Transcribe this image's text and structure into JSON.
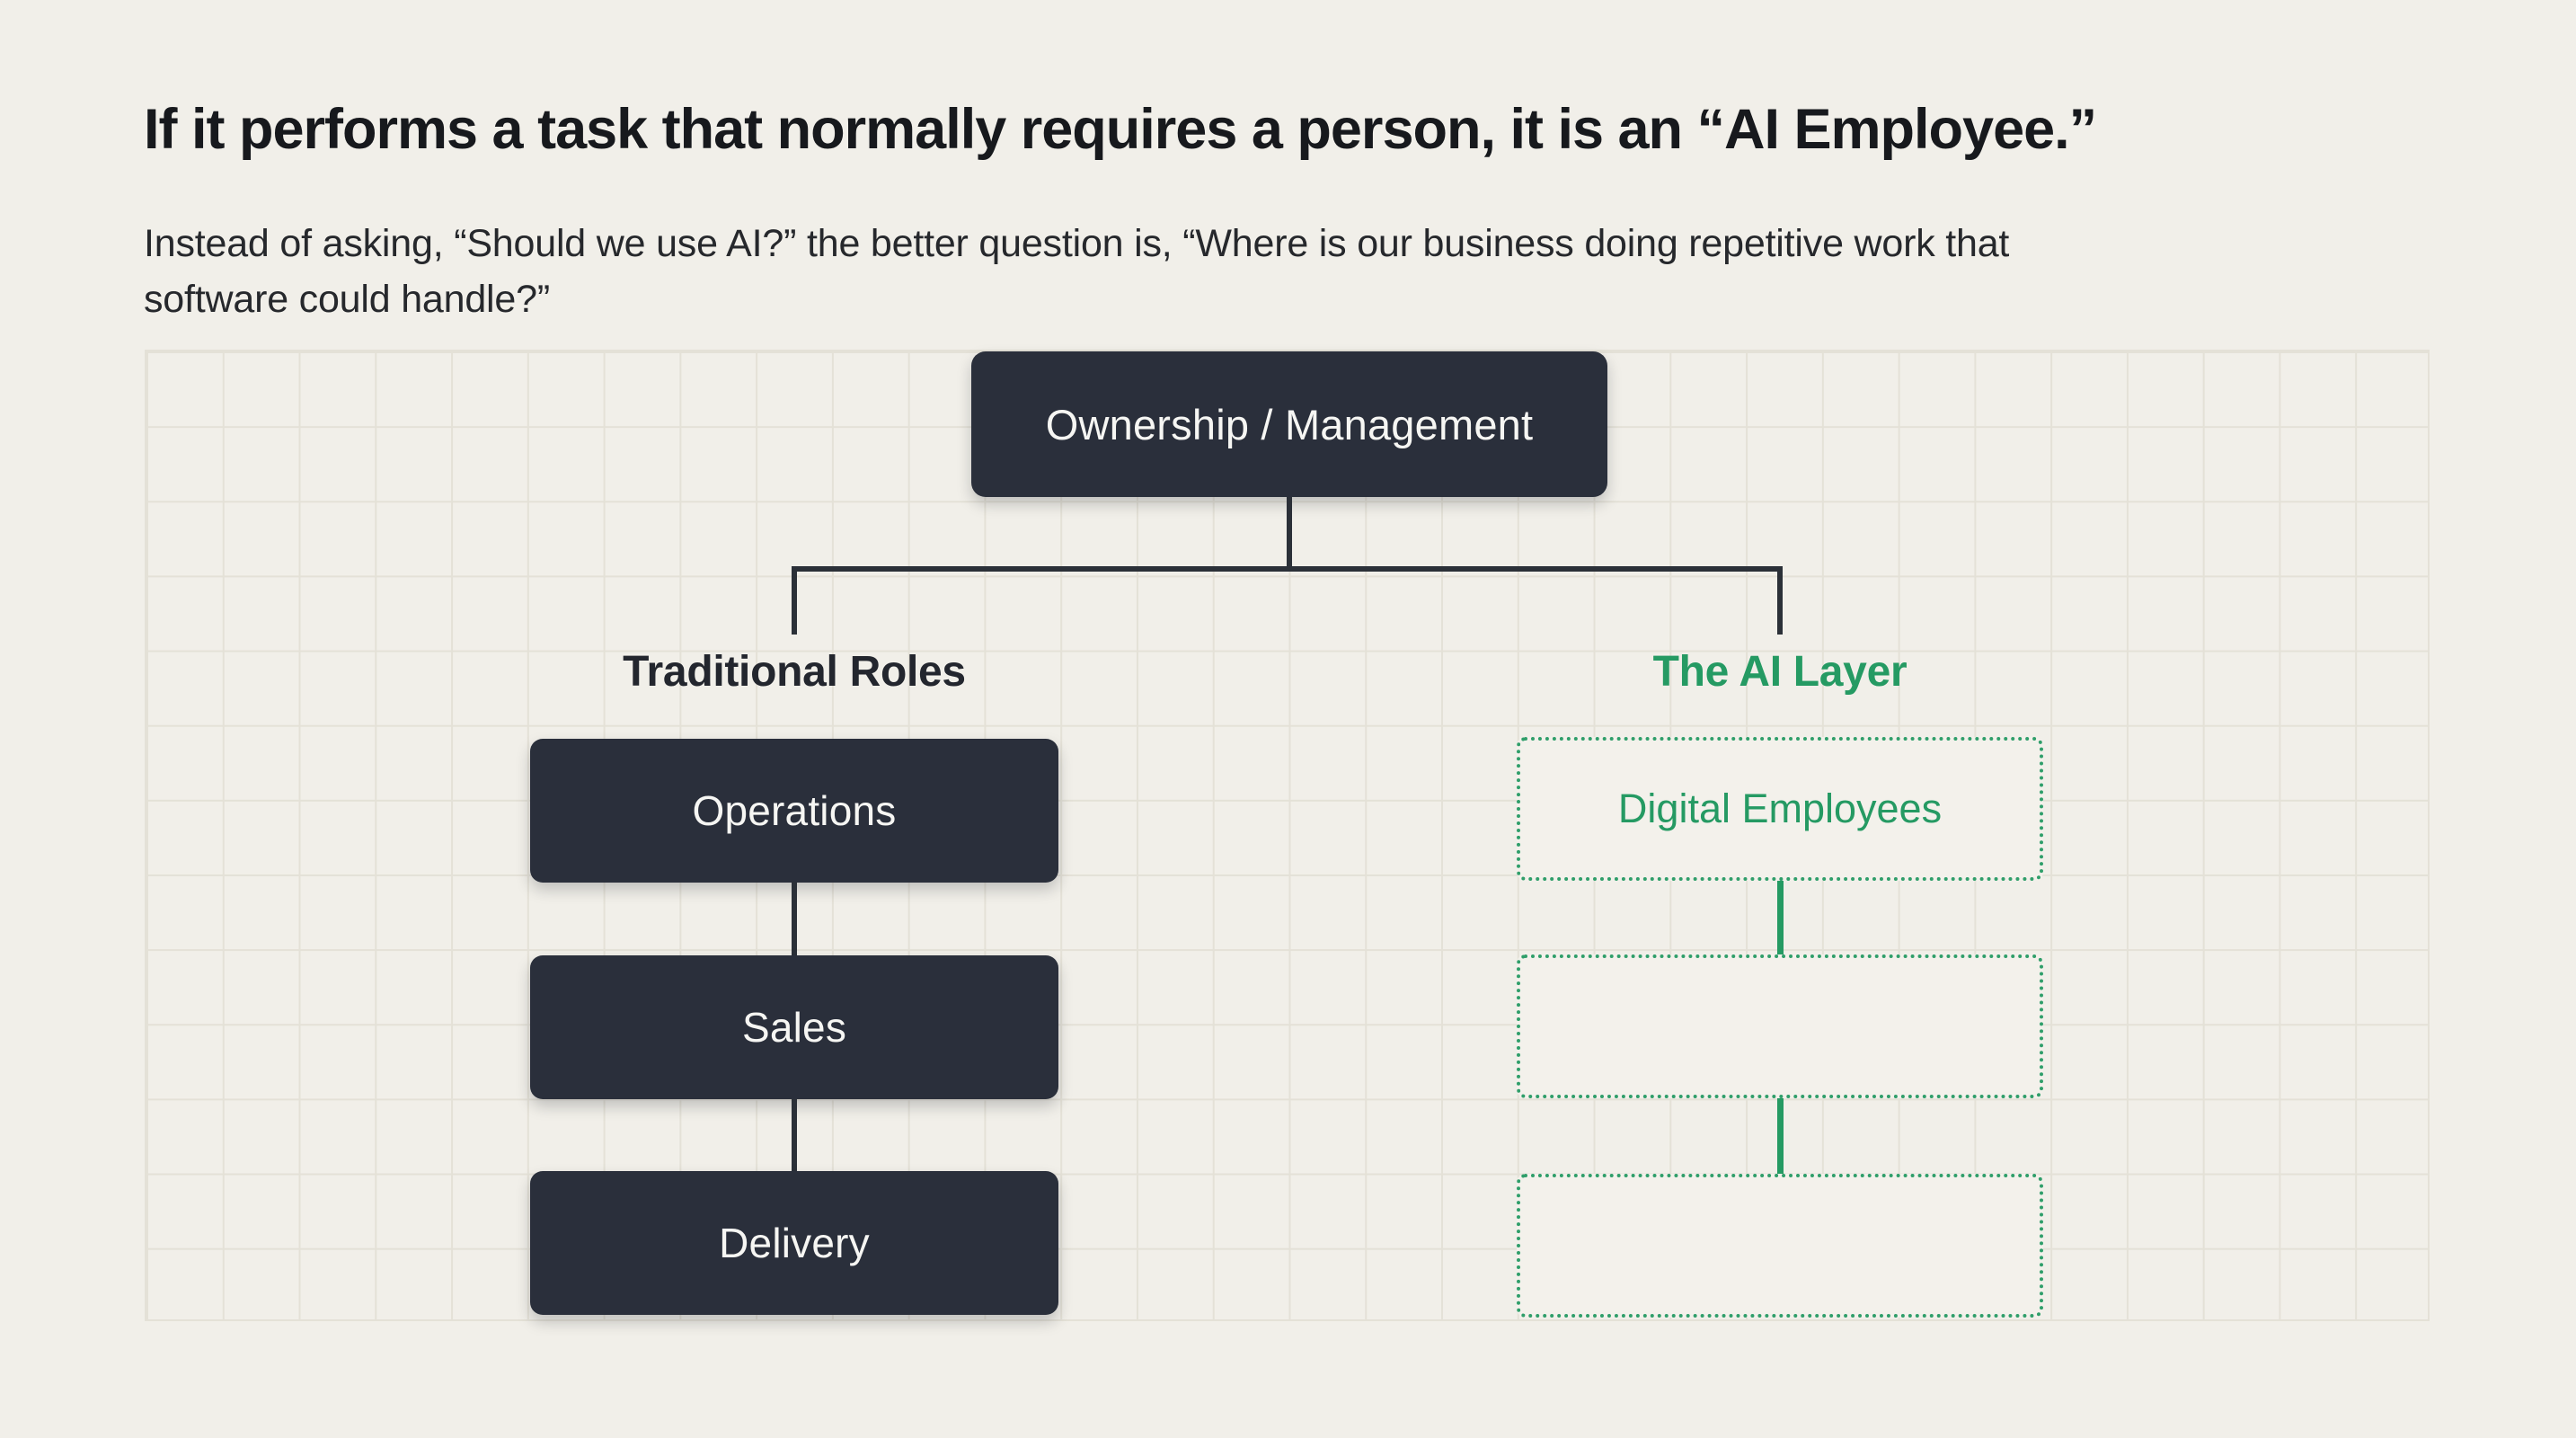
{
  "header": {
    "title": "If it performs a task that normally requires a person, it is an “AI Employee.”",
    "subtitle_lines": [
      "Instead of asking, “Should we use AI?” the better question is, “Where is our business doing repetitive work that",
      "software could handle?”"
    ]
  },
  "diagram": {
    "root_label": "Ownership / Management",
    "branches": [
      {
        "heading": "Traditional Roles",
        "style": "solid-dark",
        "nodes": [
          "Operations",
          "Sales",
          "Delivery"
        ]
      },
      {
        "heading": "The AI Layer",
        "style": "dotted-green",
        "nodes": [
          "Digital Employees",
          "",
          ""
        ]
      }
    ]
  },
  "colors": {
    "page_bg": "#f1efe9",
    "grid_line": "#e4e1d7",
    "ink": "#17191d",
    "subtitle_ink": "#26282c",
    "dark_node_bg": "#2a2f3b",
    "dark_node_text": "#f6f6f3",
    "dark_connector": "#2b3038",
    "green_accent": "#259a63",
    "green_border": "#2f9e6a"
  }
}
